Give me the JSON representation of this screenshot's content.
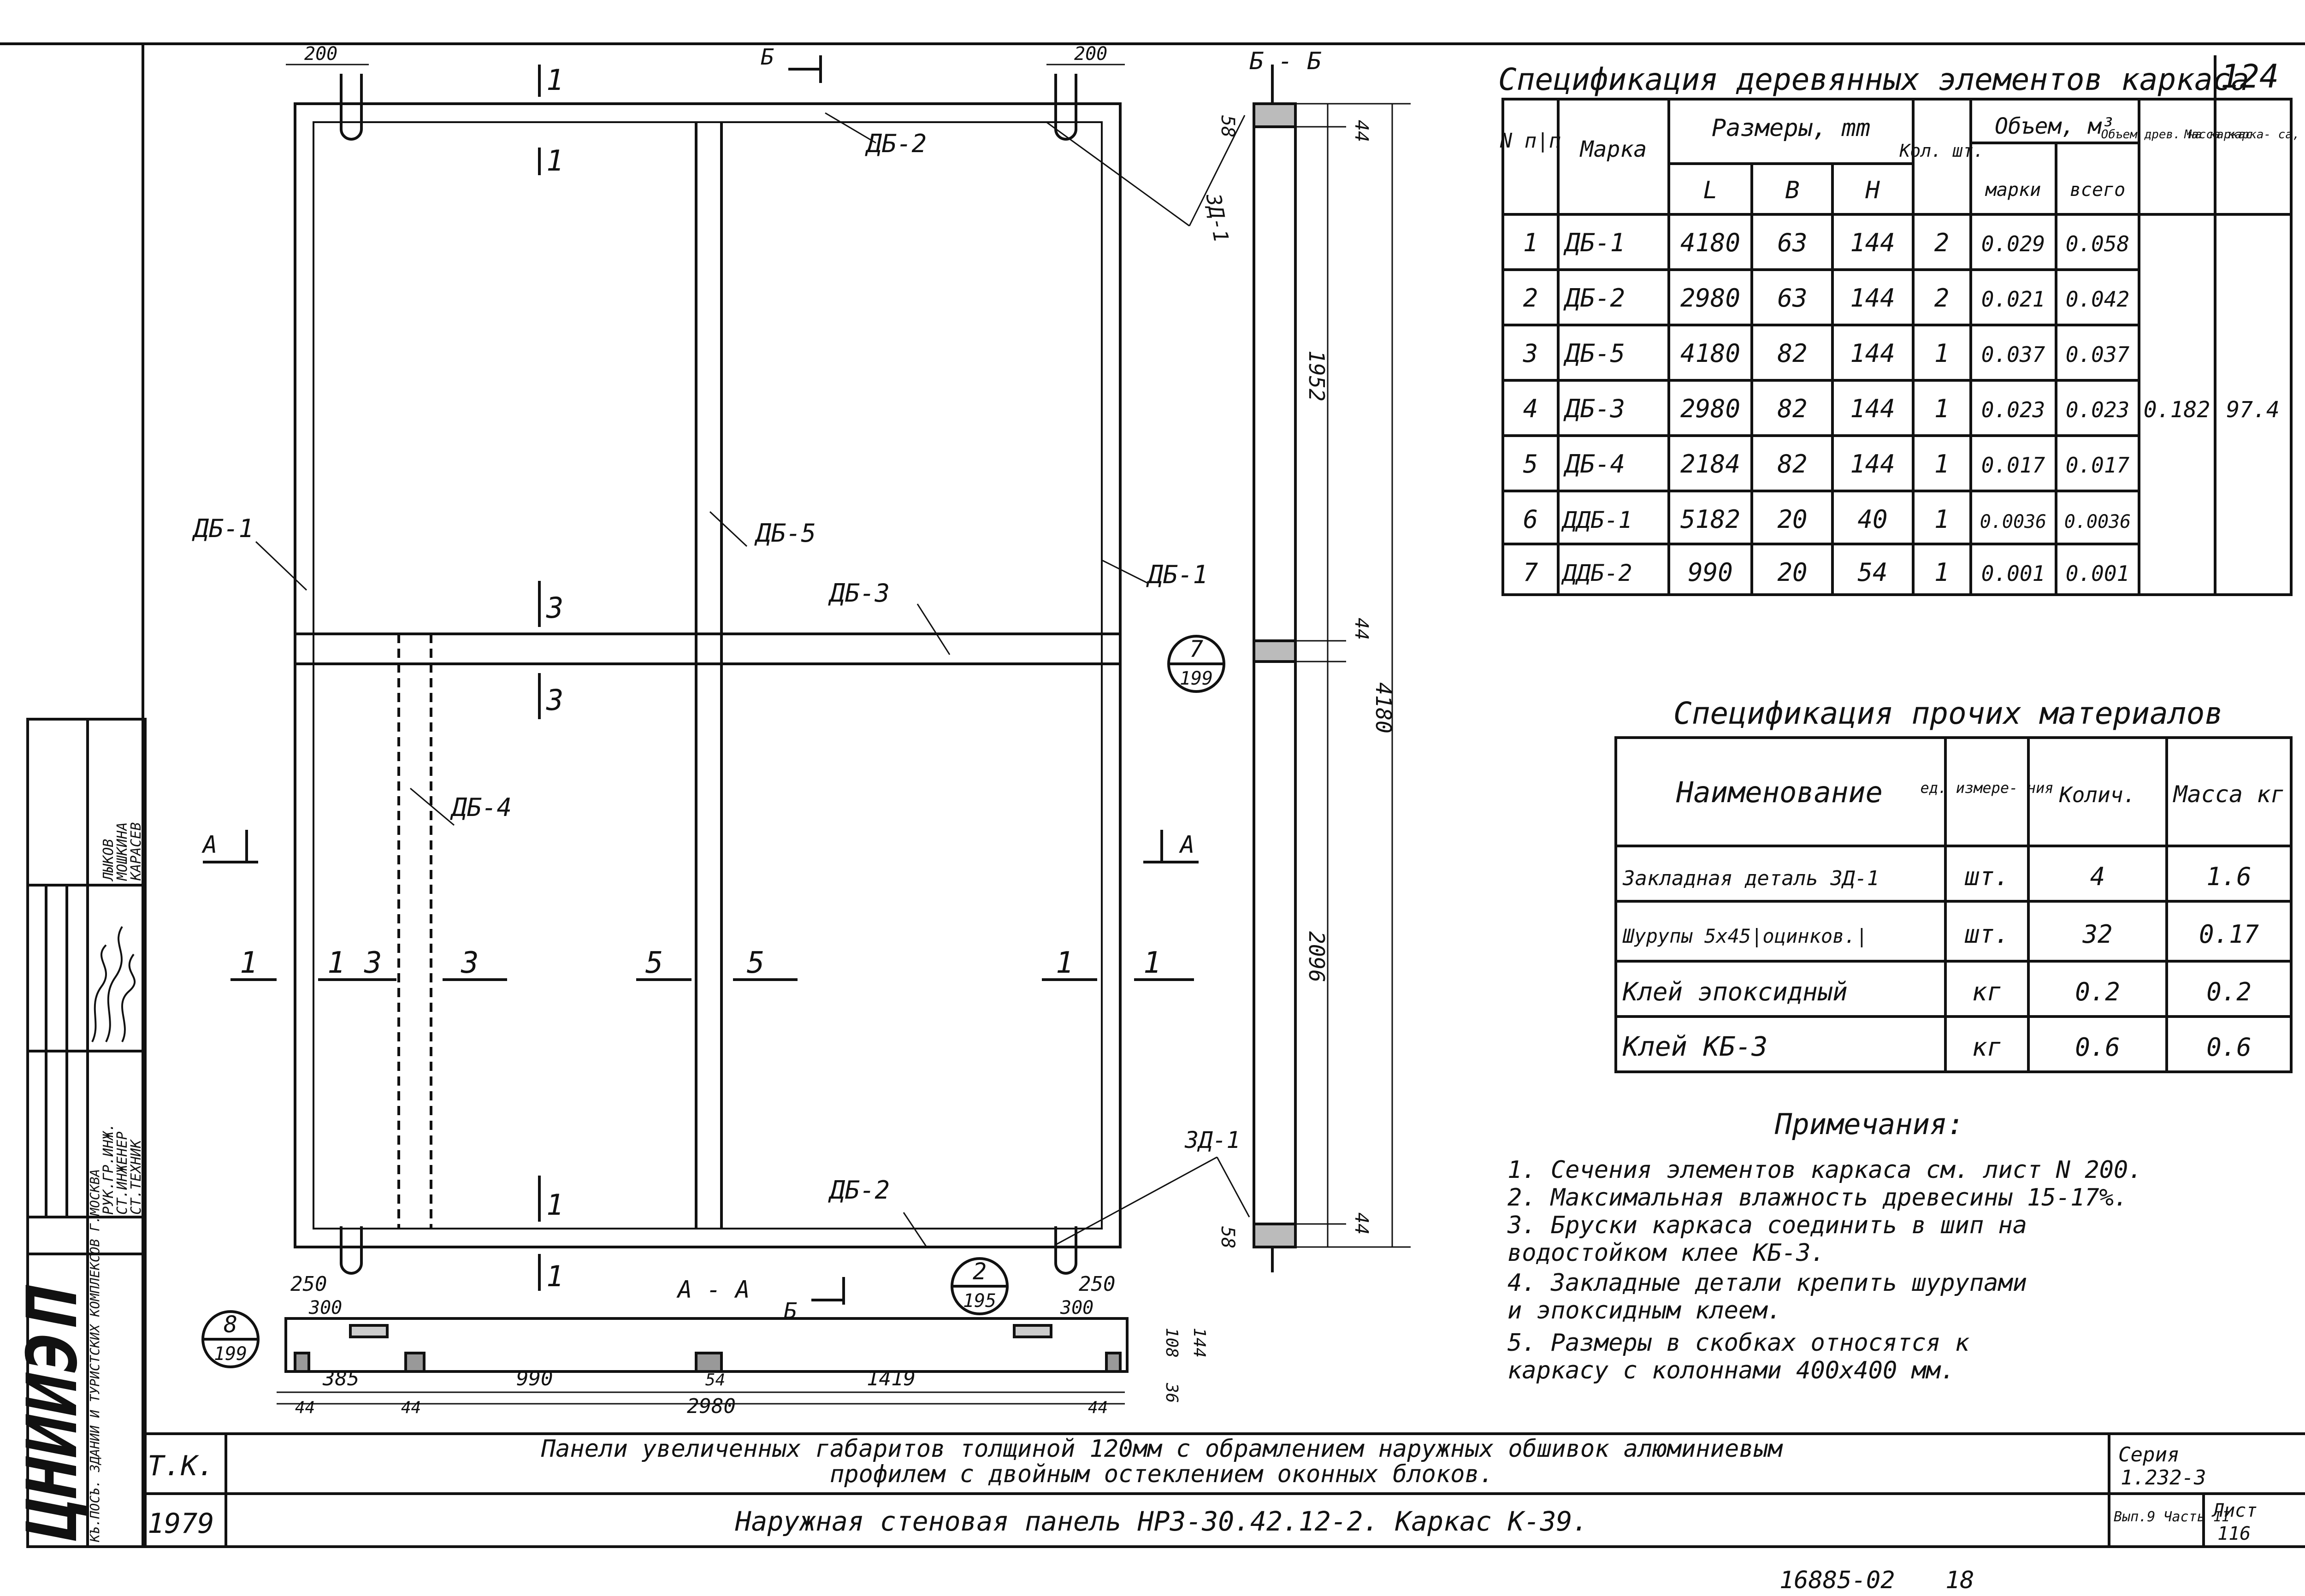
{
  "sheet_number": "124",
  "wood_spec": {
    "title": "Спецификация деревянных элементов каркаса",
    "headers": {
      "num": "N п|п",
      "mark": "Марка",
      "sizes": "Размеры, mm",
      "l": "L",
      "b": "B",
      "h": "H",
      "qty": "Кол. шт.",
      "volume": "Объем, м³",
      "vol_mark": "марки",
      "vol_total": "всего",
      "vol_wood": "Объем древ. на каркас",
      "mass": "Масса карка- са, кг"
    },
    "rows": [
      {
        "n": "1",
        "mark": "ДБ-1",
        "l": "4180",
        "b": "63",
        "h": "144",
        "qty": "2",
        "vm": "0.029",
        "vt": "0.058"
      },
      {
        "n": "2",
        "mark": "ДБ-2",
        "l": "2980",
        "b": "63",
        "h": "144",
        "qty": "2",
        "vm": "0.021",
        "vt": "0.042"
      },
      {
        "n": "3",
        "mark": "ДБ-5",
        "l": "4180",
        "b": "82",
        "h": "144",
        "qty": "1",
        "vm": "0.037",
        "vt": "0.037"
      },
      {
        "n": "4",
        "mark": "ДБ-3",
        "l": "2980",
        "b": "82",
        "h": "144",
        "qty": "1",
        "vm": "0.023",
        "vt": "0.023"
      },
      {
        "n": "5",
        "mark": "ДБ-4",
        "l": "2184",
        "b": "82",
        "h": "144",
        "qty": "1",
        "vm": "0.017",
        "vt": "0.017"
      },
      {
        "n": "6",
        "mark": "ДДБ-1",
        "l": "5182",
        "b": "20",
        "h": "40",
        "qty": "1",
        "vm": "0.0036",
        "vt": "0.0036"
      },
      {
        "n": "7",
        "mark": "ДДБ-2",
        "l": "990",
        "b": "20",
        "h": "54",
        "qty": "1",
        "vm": "0.001",
        "vt": "0.001"
      }
    ],
    "total_volume": "0.182",
    "total_mass": "97.4"
  },
  "other_spec": {
    "title": "Спецификация прочих материалов",
    "headers": {
      "name": "Наименование",
      "unit": "ед. измере- ния",
      "qty": "Колич.",
      "mass": "Масса кг"
    },
    "rows": [
      {
        "name": "Закладная деталь ЗД-1",
        "unit": "шт.",
        "qty": "4",
        "mass": "1.6"
      },
      {
        "name": "Шурупы 5х45|оцинков.|",
        "unit": "шт.",
        "qty": "32",
        "mass": "0.17"
      },
      {
        "name": "Клей эпоксидный",
        "unit": "кг",
        "qty": "0.2",
        "mass": "0.2"
      },
      {
        "name": "Клей КБ-3",
        "unit": "кг",
        "qty": "0.6",
        "mass": "0.6"
      }
    ]
  },
  "notes": {
    "title": "Примечания:",
    "items": [
      "1. Сечения элементов каркаса см. лист N 200.",
      "2. Максимальная влажность древесины 15-17%.",
      "3. Бруски каркаса соединить в шип на",
      "   водостойком клее КБ-3.",
      "4. Закладные детали крепить шурупами",
      "   и эпоксидным клеем.",
      "5. Размеры в скобках относятся к",
      "   каркасу с колоннами 400х400 мм."
    ]
  },
  "drawing": {
    "element_labels": [
      "ДБ-1",
      "ДБ-2",
      "ДБ-5",
      "ДБ-3",
      "ДБ-4",
      "ДБ-1",
      "ДБ-2"
    ],
    "zd": [
      "ЗД-1",
      "ЗД-1"
    ],
    "dims": {
      "d200": "200",
      "d58": "58",
      "d44": "44",
      "d1952": "1952",
      "d4180": "4180",
      "d2096": "2096",
      "d250": "250",
      "d300": "300",
      "d385": "385",
      "d990": "990",
      "d54": "54",
      "d1419": "1419",
      "d2980": "2980",
      "d108": "108",
      "d144": "144",
      "d36": "36"
    },
    "section_bb": "Б - Б",
    "section_aa": "А - А",
    "cut_b": "Б",
    "cut_a": "А",
    "cuts": [
      "1",
      "1",
      "3",
      "3",
      "1",
      "1"
    ],
    "row_marks": [
      "1",
      "1",
      "3",
      "3",
      "5",
      "5",
      "1",
      "1"
    ],
    "callout_7": {
      "top": "7",
      "bottom": "199"
    },
    "callout_8": {
      "top": "8",
      "bottom": "199"
    },
    "callout_2": {
      "top": "2",
      "bottom": "195"
    }
  },
  "side_stamp": {
    "org": "ЦНИИЭП",
    "org_sub": "КЪ.ПОСЪ. ЗДАНИЙ И ТУРИСТСКИХ КОМПЛЕКСОВ Г.МОСКВА",
    "roles": [
      "РУК.ГР.ИНЖ.",
      "СТ.ИНЖЕНЕР",
      "СТ.ТЕХНИК"
    ],
    "names": [
      "ЛЫКОВ",
      "МОШКИНА",
      "КАРАСЕВ"
    ]
  },
  "title_block": {
    "tk": "Т.К.",
    "year": "1979",
    "line1": "Панели увеличенных габаритов толщиной 120мм с обрамлением наружных обшивок алюминиевым",
    "line2": "профилем с двойным остеклением оконных блоков.",
    "line3": "Наружная стеновая панель НРЗ-30.42.12-2. Каркас К-39.",
    "series_label": "Серия",
    "series": "1.232-3",
    "issue": "Вып.9 Часть II",
    "sheet_label": "Лист",
    "sheet": "116"
  },
  "footer_code": "16885-02",
  "footer_num": "18"
}
